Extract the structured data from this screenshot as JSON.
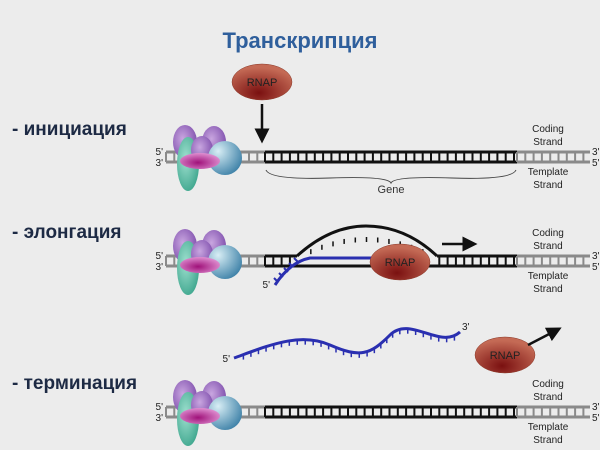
{
  "title": "Транскрипция",
  "stages": [
    {
      "label": "- инициация"
    },
    {
      "label": "- элонгация"
    },
    {
      "label": "- терминация"
    }
  ],
  "labels": {
    "rnap": "RNAP",
    "coding_line1": "Coding",
    "coding_line2": "Strand",
    "template_line1": "Template",
    "template_line2": "Strand",
    "gene": "Gene",
    "five_prime": "5'",
    "three_prime": "3'"
  },
  "colors": {
    "background": "#ececec",
    "title": "#2f5f9c",
    "rna": "#2a2fb0",
    "rnap": "#b04a3a",
    "dna_gene": "#111111",
    "dna_flank": "#8a8a8a"
  }
}
